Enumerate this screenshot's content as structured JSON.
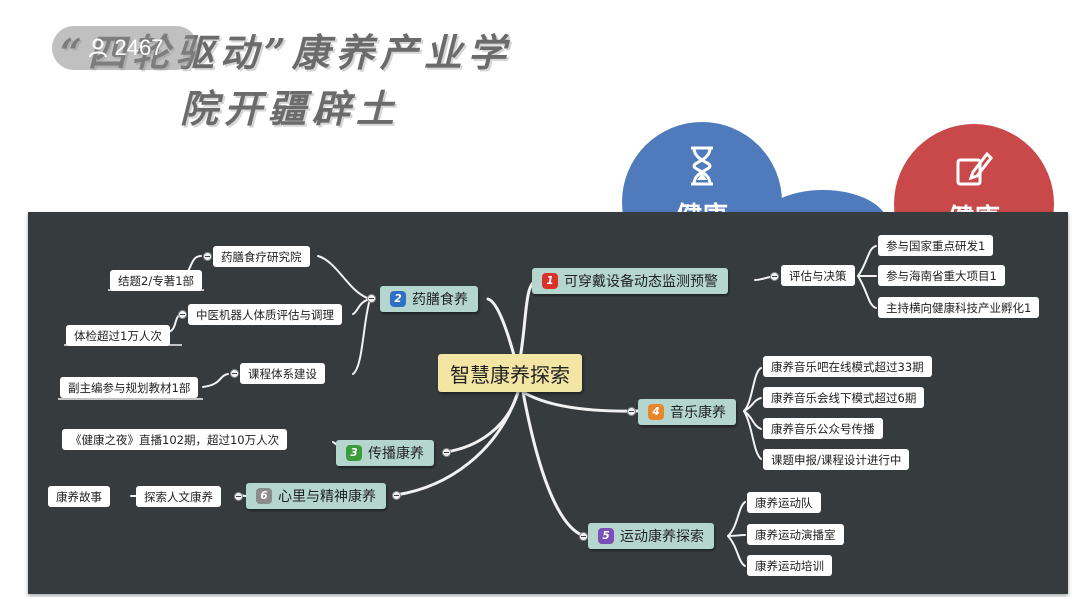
{
  "slide_title": {
    "line1": "“四轮驱动”康养产业学",
    "line2": "院开疆辟土"
  },
  "viewer_count": "2467",
  "circles": [
    {
      "label": "健康",
      "color": "#4f7bbd",
      "icon": "hourglass-icon"
    },
    {
      "label": "健康",
      "color": "#c9494a",
      "icon": "pencil-icon"
    }
  ],
  "mindmap": {
    "central": "智慧康养探索",
    "branches": {
      "b1": {
        "num": "1",
        "color": "#d9312b",
        "label": "可穿戴设备动态监测预警",
        "sub": "评估与决策",
        "leaves": [
          "参与国家重点研发1",
          "参与海南省重大项目1",
          "主持横向健康科技产业孵化1"
        ]
      },
      "b2": {
        "num": "2",
        "color": "#2f6fc4",
        "label": "药膳食养",
        "items": [
          {
            "label": "药膳食疗研究院",
            "leaf": "结题2/专著1部"
          },
          {
            "label": "中医机器人体质评估与调理",
            "leaf": "体检超过1万人次"
          },
          {
            "label": "课程体系建设",
            "leaf": "副主编参与规划教材1部"
          }
        ]
      },
      "b3": {
        "num": "3",
        "color": "#3a9d3a",
        "label": "传播康养",
        "leaf": "《健康之夜》直播102期，超过10万人次"
      },
      "b4": {
        "num": "4",
        "color": "#e8862b",
        "label": "音乐康养",
        "leaves": [
          "康养音乐吧在线模式超过33期",
          "康养音乐会线下模式超过6期",
          "康养音乐公众号传播",
          "课题申报/课程设计进行中"
        ]
      },
      "b5": {
        "num": "5",
        "color": "#7b4fb8",
        "label": "运动康养探索",
        "leaves": [
          "康养运动队",
          "康养运动演播室",
          "康养运动培训"
        ]
      },
      "b6": {
        "num": "6",
        "color": "#8c8c8c",
        "label": "心里与精神康养",
        "sub": "探索人文康养",
        "leaf": "康养故事"
      }
    }
  }
}
